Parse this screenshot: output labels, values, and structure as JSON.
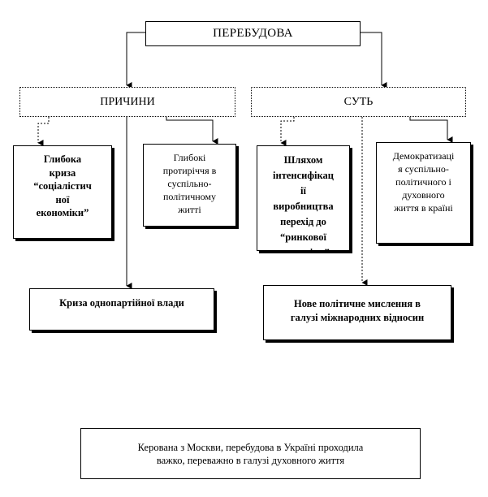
{
  "diagram": {
    "title": "ПЕРЕБУДОВА",
    "causes": {
      "header": "ПРИЧИНИ",
      "items": [
        "Глибока\nкриза\n“соціалістич\nної\nекономіки”",
        "Глибокі\nпротиріччя в\nсуспільно-\nполітичному\nжитті"
      ],
      "crisis": "Криза однопартійної влади"
    },
    "essence": {
      "header": "СУТЬ",
      "items": [
        "Шляхом\nінтенсифікац\nії\nвиробництва\nперехід до\n“ринкової\nекономіки”",
        "Демократизаці\nя суспільно-\nполітичного і\nдуховного\nжиття в країні"
      ],
      "new_thinking": "Нове політичне мислення в\nгалузі міжнародних відносин"
    },
    "conclusion": "Керована з Москви, перебудова в Україні проходила\nважко, переважно в галузі духовного життя"
  }
}
